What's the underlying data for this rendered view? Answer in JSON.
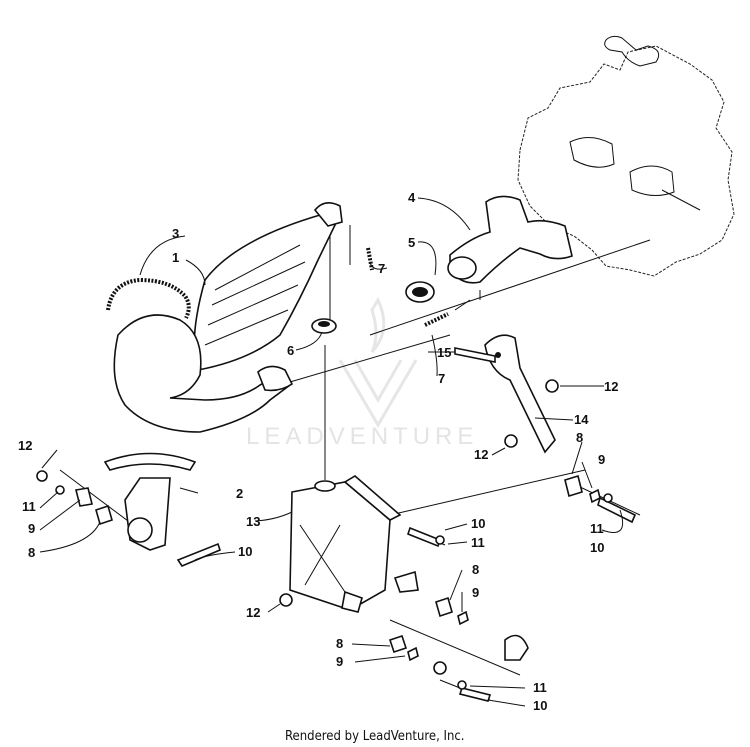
{
  "diagram": {
    "watermark": "LEADVENTURE",
    "footer": "Rendered by LeadVenture, Inc.",
    "callouts": [
      {
        "id": "c1",
        "text": "1"
      },
      {
        "id": "c2",
        "text": "2"
      },
      {
        "id": "c3",
        "text": "3"
      },
      {
        "id": "c4",
        "text": "4"
      },
      {
        "id": "c5",
        "text": "5"
      },
      {
        "id": "c6",
        "text": "6"
      },
      {
        "id": "c7a",
        "text": "7"
      },
      {
        "id": "c7b",
        "text": "7"
      },
      {
        "id": "c8a",
        "text": "8"
      },
      {
        "id": "c8b",
        "text": "8"
      },
      {
        "id": "c8c",
        "text": "8"
      },
      {
        "id": "c8d",
        "text": "8"
      },
      {
        "id": "c9a",
        "text": "9"
      },
      {
        "id": "c9b",
        "text": "9"
      },
      {
        "id": "c9c",
        "text": "9"
      },
      {
        "id": "c9d",
        "text": "9"
      },
      {
        "id": "c10a",
        "text": "10"
      },
      {
        "id": "c10b",
        "text": "10"
      },
      {
        "id": "c10c",
        "text": "10"
      },
      {
        "id": "c10d",
        "text": "10"
      },
      {
        "id": "c11a",
        "text": "11"
      },
      {
        "id": "c11b",
        "text": "11"
      },
      {
        "id": "c11c",
        "text": "11"
      },
      {
        "id": "c11d",
        "text": "11"
      },
      {
        "id": "c12a",
        "text": "12"
      },
      {
        "id": "c12b",
        "text": "12"
      },
      {
        "id": "c12c",
        "text": "12"
      },
      {
        "id": "c12d",
        "text": "12"
      },
      {
        "id": "c13",
        "text": "13"
      },
      {
        "id": "c14",
        "text": "14"
      },
      {
        "id": "c15",
        "text": "15"
      }
    ]
  }
}
